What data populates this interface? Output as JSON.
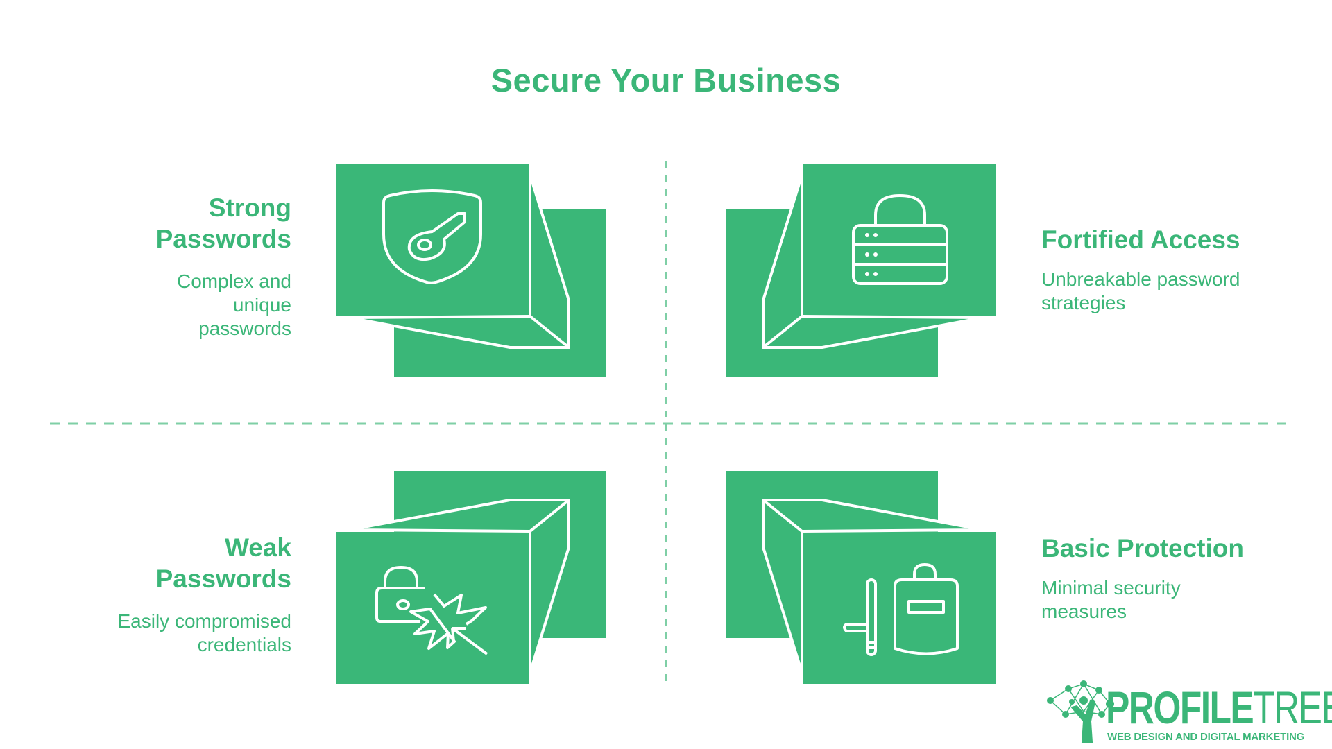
{
  "title": "Secure Your Business",
  "colors": {
    "brand_green": "#3bb678",
    "divider": "#7fcfa6",
    "icon_stroke": "#ffffff"
  },
  "quadrants": [
    {
      "title": "Strong Passwords",
      "description": "Complex and unique passwords",
      "icon": "shield-key-icon"
    },
    {
      "title": "Fortified Access",
      "description": "Unbreakable password strategies",
      "icon": "server-lock-icon"
    },
    {
      "title": "Weak Passwords",
      "description": "Easily compromised credentials",
      "icon": "broken-lock-icon"
    },
    {
      "title": "Basic Protection",
      "description": "Minimal security measures",
      "icon": "door-lock-icon"
    }
  ],
  "logo": {
    "name_bold": "PROFILE",
    "name_light": "TREE",
    "tagline": "WEB DESIGN AND DIGITAL MARKETING"
  }
}
